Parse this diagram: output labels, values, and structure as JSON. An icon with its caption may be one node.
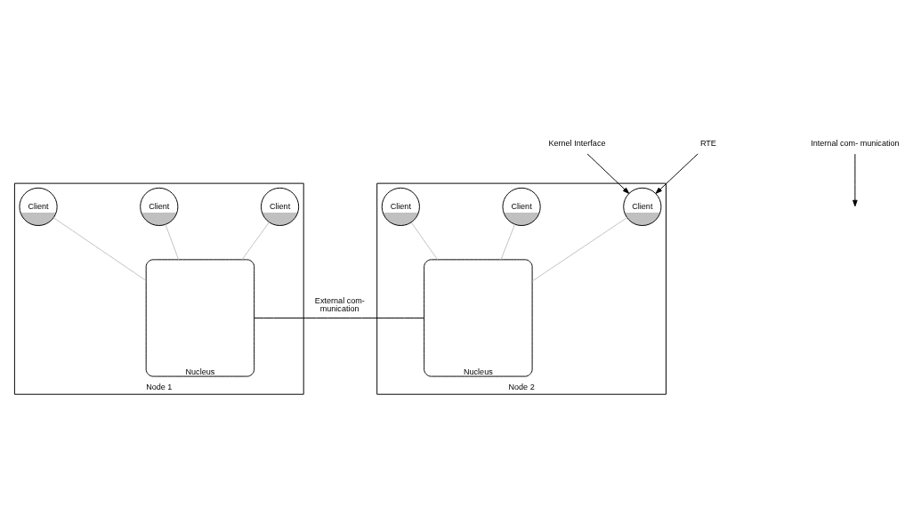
{
  "diagram": {
    "nodes": [
      {
        "text": [
          "Node 1"
        ]
      },
      {
        "text": [
          "Client"
        ],
        "in": 0
      },
      {
        "text": [
          "Client"
        ],
        "in": 0
      },
      {
        "text": [
          "Client"
        ],
        "in": 0
      },
      {
        "text": [
          "Nucleus"
        ],
        "in": 0
      },
      {
        "text": [
          "Node 2"
        ]
      },
      {
        "text": [
          "Client"
        ],
        "in": 5
      },
      {
        "text": [
          "Client"
        ],
        "in": 5
      },
      {
        "text": [
          "Client"
        ],
        "in": 5
      },
      {
        "text": [
          "Nucleus"
        ],
        "in": 5
      },
      {
        "text": [
          "Kernel Interface"
        ]
      },
      {
        "text": [
          "RTE"
        ]
      },
      {
        "text": [
          "Internal com- munication"
        ]
      }
    ],
    "edges": [
      {
        "from": 1,
        "to": 4,
        "arrow": "none"
      },
      {
        "from": 2,
        "to": 4,
        "arrow": "none"
      },
      {
        "from": 3,
        "to": 4,
        "arrow": "none"
      },
      {
        "from": 6,
        "to": 9,
        "arrow": "none"
      },
      {
        "from": 7,
        "to": 9,
        "arrow": "none"
      },
      {
        "from": 8,
        "to": 9,
        "arrow": "none"
      },
      {
        "from": 4,
        "to": 9,
        "arrow": "none",
        "label": "External com- munication",
        "color": "#000000"
      },
      {
        "from": 10,
        "to": 6,
        "arrow": "to",
        "color": "#000000"
      },
      {
        "from": 11,
        "to": 6,
        "arrow": "to",
        "color": "#000000"
      },
      {
        "from": 12,
        "to": null,
        "arrow": "to",
        "color": "#000000"
      }
    ]
  }
}
